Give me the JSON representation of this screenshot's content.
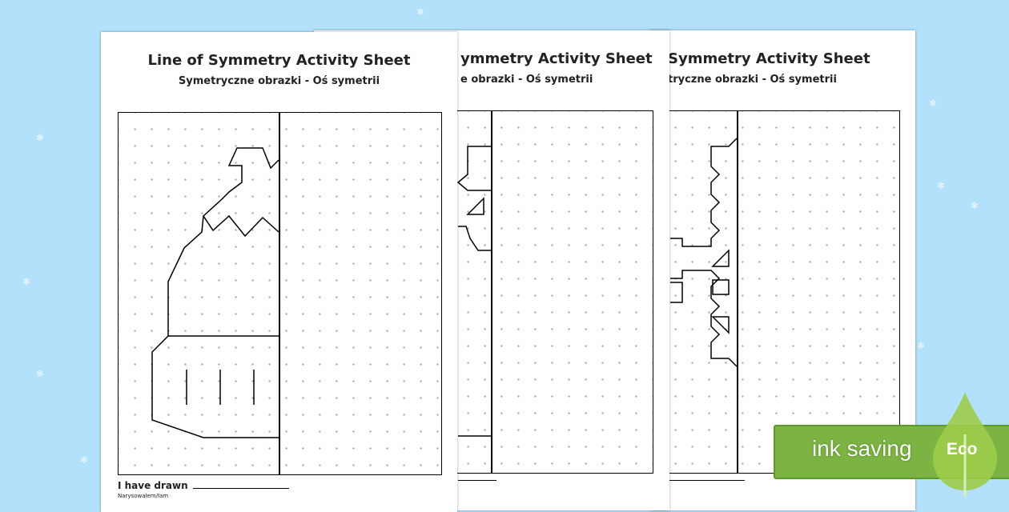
{
  "sheet": {
    "title": "Line of Symmetry Activity Sheet",
    "subtitle": "Symetryczne obrazki - Oś symetrii",
    "drawn_label": "I have drawn",
    "drawn_label_pl": "Narysowałem/łam"
  },
  "pages": [
    {
      "title_visible": "Line of Symmetry Activity Sheet",
      "subtitle_visible": "Symetryczne obrazki - Oś symetrii"
    },
    {
      "title_visible": "ymmetry Activity Sheet",
      "subtitle_visible": "e obrazki - Oś symetrii"
    },
    {
      "title_visible": "Symmetry Activity Sheet",
      "subtitle_visible": "tryczne obrazki - Oś symetrii"
    }
  ],
  "badge": {
    "text": "ink saving",
    "eco": "Eco",
    "color": "#7cb342",
    "leaf_color": "#9ccc4a"
  },
  "colors": {
    "background": "#b3e0fb"
  }
}
